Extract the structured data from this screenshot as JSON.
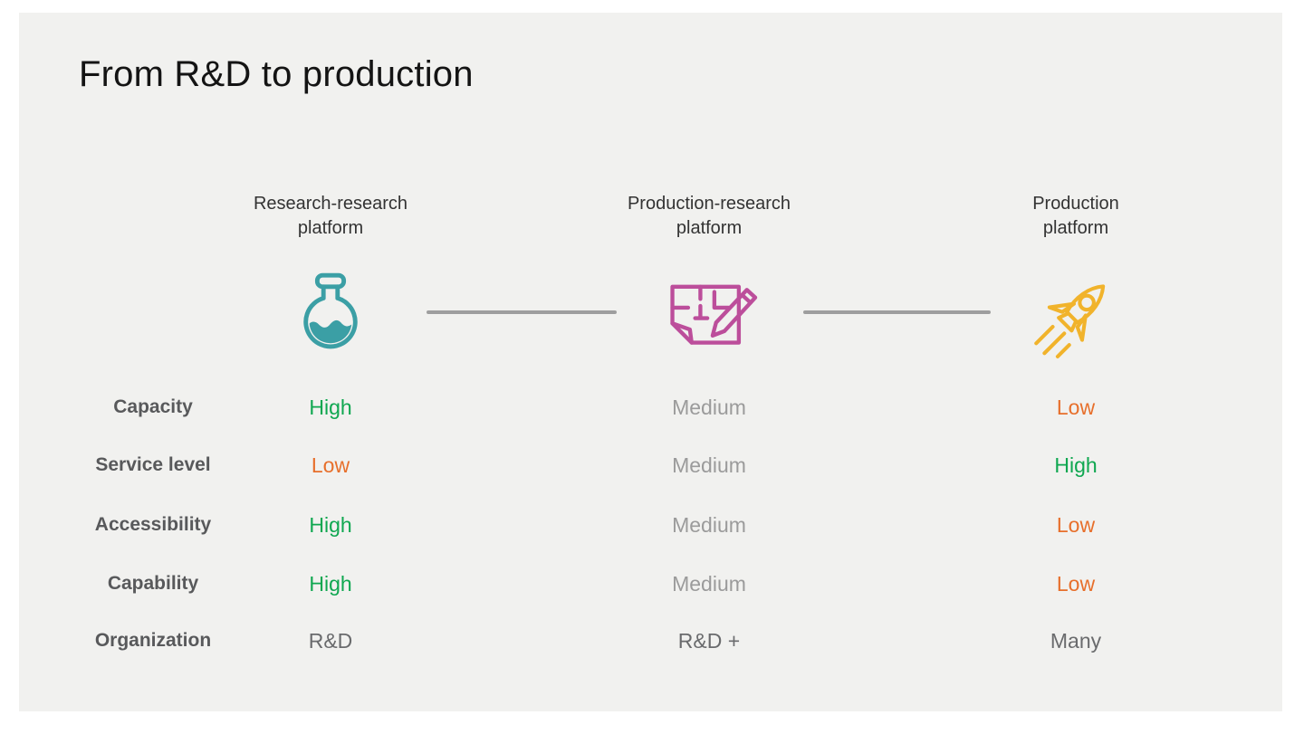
{
  "slide": {
    "title": "From R&D to production",
    "columns": [
      {
        "header": "Research-research\nplatform",
        "icon": "flask-icon"
      },
      {
        "header": "Production-research\nplatform",
        "icon": "blueprint-pencil-icon"
      },
      {
        "header": "Production\nplatform",
        "icon": "rocket-icon"
      }
    ],
    "rows": [
      {
        "label": "Capacity",
        "values": [
          {
            "text": "High",
            "color": "#0FA750"
          },
          {
            "text": "Medium",
            "color": "#9B9B9B"
          },
          {
            "text": "Low",
            "color": "#E76F2B"
          }
        ]
      },
      {
        "label": "Service level",
        "values": [
          {
            "text": "Low",
            "color": "#E76F2B"
          },
          {
            "text": "Medium",
            "color": "#9B9B9B"
          },
          {
            "text": "High",
            "color": "#0FA750"
          }
        ]
      },
      {
        "label": "Accessibility",
        "values": [
          {
            "text": "High",
            "color": "#0FA750"
          },
          {
            "text": "Medium",
            "color": "#9B9B9B"
          },
          {
            "text": "Low",
            "color": "#E76F2B"
          }
        ]
      },
      {
        "label": "Capability",
        "values": [
          {
            "text": "High",
            "color": "#0FA750"
          },
          {
            "text": "Medium",
            "color": "#9B9B9B"
          },
          {
            "text": "Low",
            "color": "#E76F2B"
          }
        ]
      },
      {
        "label": "Organization",
        "values": [
          {
            "text": "R&D",
            "color": "#6A6B6D"
          },
          {
            "text": "R&D +",
            "color": "#6A6B6D"
          },
          {
            "text": "Many",
            "color": "#6A6B6D"
          }
        ]
      }
    ],
    "colors": {
      "background": "#F1F1EF",
      "flask": "#3B9FA5",
      "blueprint": "#BC4E9B",
      "rocket": "#F1B32B",
      "connector": "#9E9E9E",
      "high": "#0FA750",
      "low": "#E76F2B",
      "neutral": "#9B9B9B"
    }
  }
}
